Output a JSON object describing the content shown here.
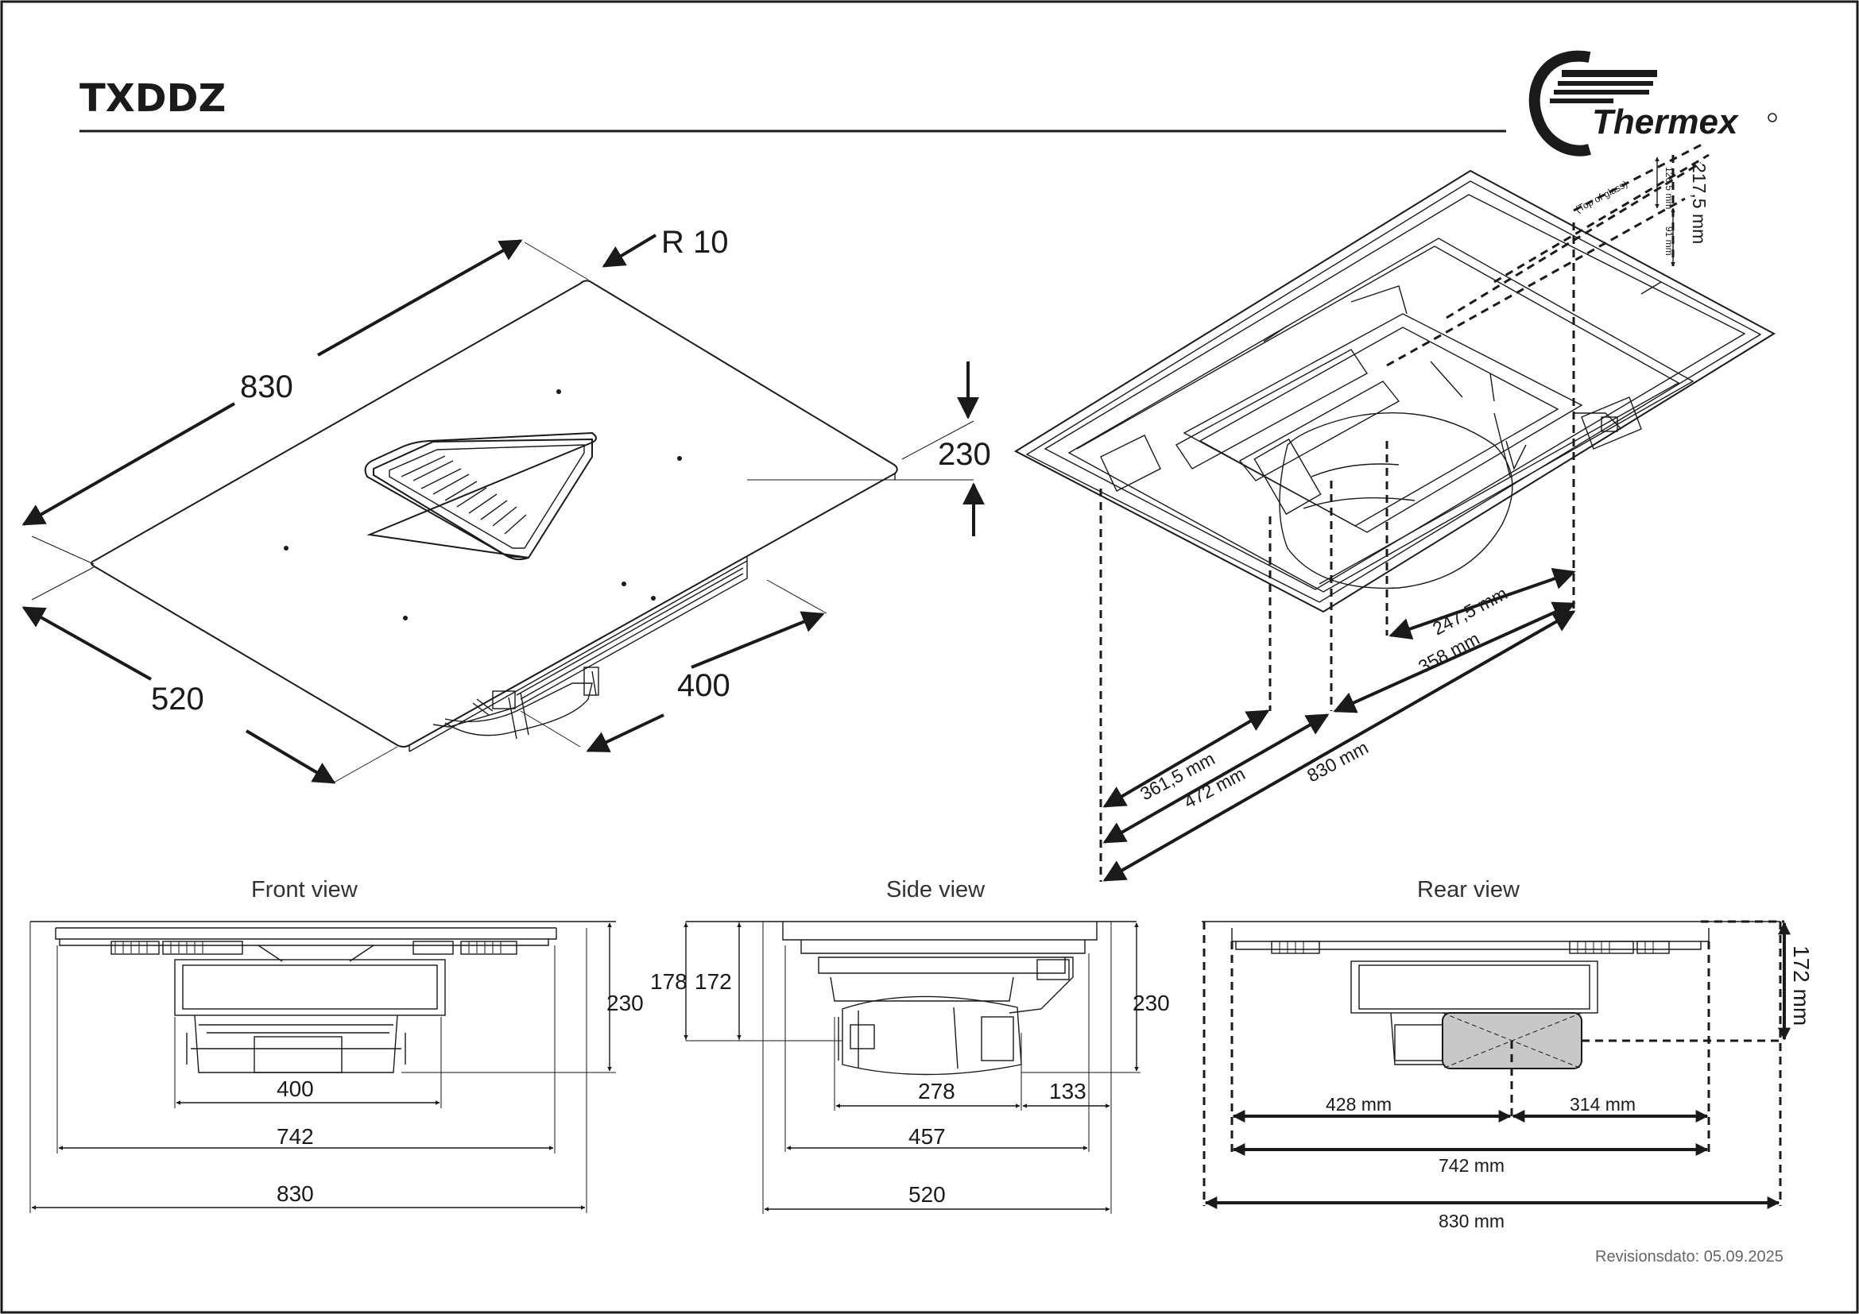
{
  "header": {
    "title": "TXDDZ",
    "brand": "Thermex"
  },
  "top_left": {
    "radius_label": "R 10",
    "dim_830": "830",
    "dim_520": "520",
    "dim_400": "400",
    "dim_230": "230"
  },
  "top_right": {
    "dim_217": "217,5 mm",
    "dim_126": "126,5 mm",
    "dim_91": "91 mm",
    "top_of_glass": "(Top of glass)",
    "dim_247": "247,5 mm",
    "dim_358": "358 mm",
    "dim_361": "361,5 mm",
    "dim_472": "472 mm",
    "dim_830": "830 mm"
  },
  "front": {
    "label": "Front view",
    "dim_230": "230",
    "dim_400": "400",
    "dim_742": "742",
    "dim_830": "830"
  },
  "side": {
    "label": "Side view",
    "dim_178": "178",
    "dim_172": "172",
    "dim_230": "230",
    "dim_278": "278",
    "dim_133": "133",
    "dim_457": "457",
    "dim_520": "520"
  },
  "rear": {
    "label": "Rear view",
    "dim_172": "172 mm",
    "dim_428": "428 mm",
    "dim_314": "314 mm",
    "dim_742": "742 mm",
    "dim_830": "830 mm"
  },
  "footer": {
    "revision": "Revisionsdato:  05.09.2025"
  },
  "colors": {
    "ink": "#1a1a1a",
    "filter_box": "#c8c8c8",
    "label_grey": "#333333",
    "footer_grey": "#666666"
  }
}
